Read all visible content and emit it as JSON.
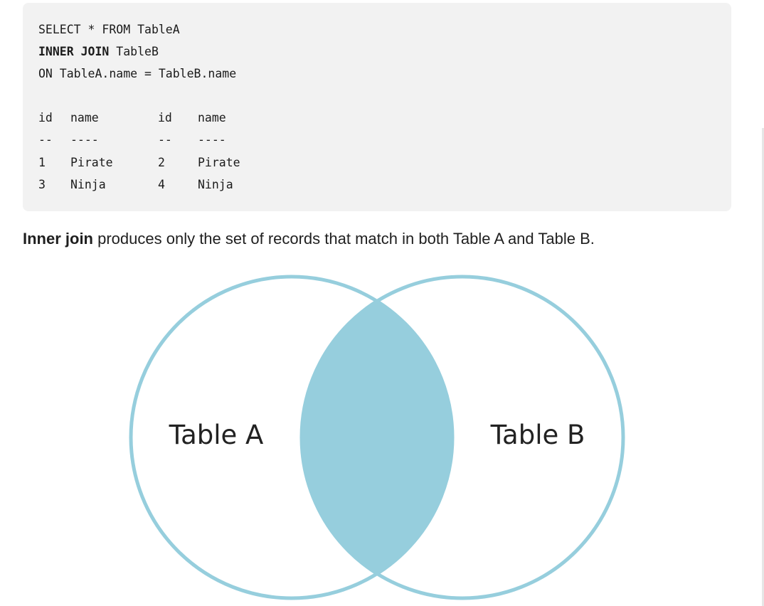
{
  "code": {
    "lines": [
      {
        "plain": "SELECT * FROM TableA",
        "bold": ""
      },
      {
        "bold": "INNER JOIN",
        "plain": " TableB"
      },
      {
        "plain": "ON TableA.name = TableB.name",
        "bold": ""
      }
    ],
    "result": {
      "headers": [
        "id",
        "name",
        "id",
        "name"
      ],
      "separators": [
        "--",
        "----",
        "--",
        "----"
      ],
      "rows": [
        [
          "1",
          "Pirate",
          "2",
          "Pirate"
        ],
        [
          "3",
          "Ninja",
          "4",
          "Ninja"
        ]
      ]
    }
  },
  "description": {
    "bold": "Inner join",
    "text": " produces only the set of records that match in both Table A and Table B."
  },
  "venn": {
    "left_label": "Table A",
    "right_label": "Table B",
    "colors": {
      "circle_stroke": "#96cedd",
      "intersection_fill": "#96cedd",
      "circle_fill": "#ffffff",
      "label": "#222222"
    }
  }
}
